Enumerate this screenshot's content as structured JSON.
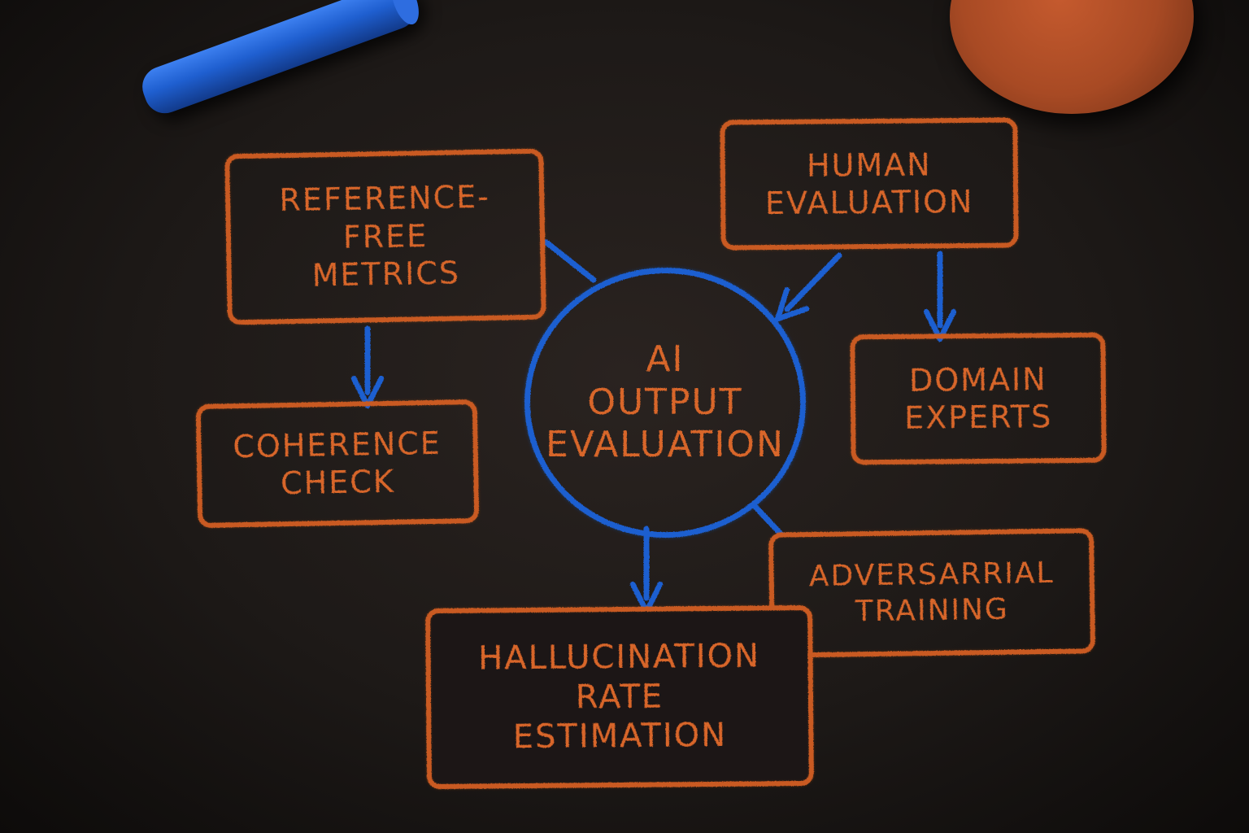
{
  "center": {
    "label": "AI\nOUTPUT\nEVALUATION"
  },
  "nodes": {
    "reference_free": "REFERENCE-\nFREE\nMETRICS",
    "coherence": "COHERENCE\nCHECK",
    "human_eval": "HUMAN\nEVALUATION",
    "domain_experts": "DOMAIN\nEXPERTS",
    "adversarial": "ADVERSARRIAL\nTRAINING",
    "hallucination": "HALLUCINATION\nRATE\nESTIMATION"
  },
  "colors": {
    "chalk_orange": "#d8662a",
    "chalk_blue": "#1f5fd0",
    "board": "#1d1917"
  },
  "props": [
    "blue-chalk-stick",
    "orange-eraser"
  ]
}
